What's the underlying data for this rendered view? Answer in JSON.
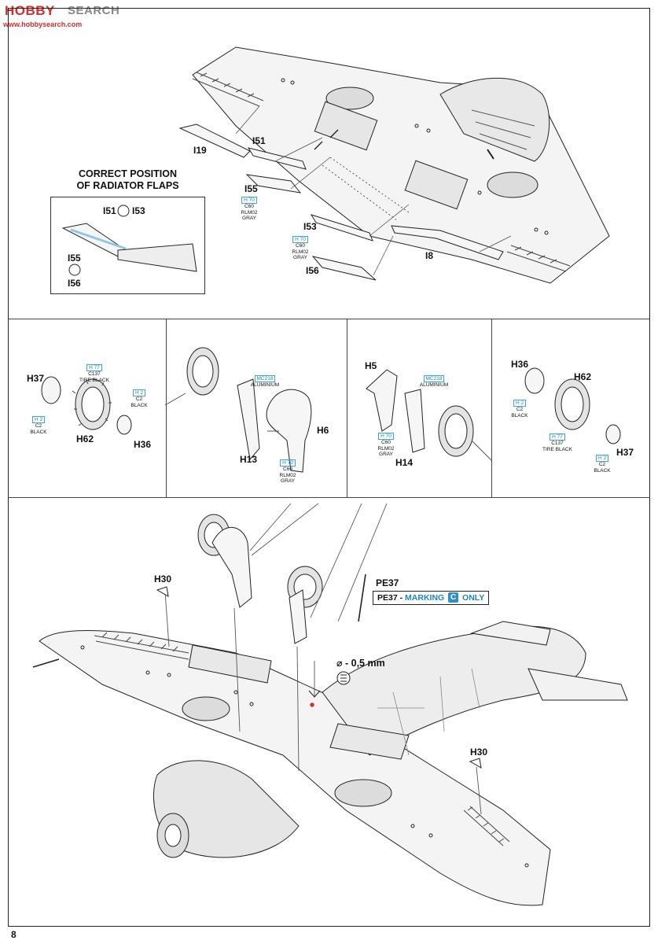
{
  "watermark": {
    "brand": "HOBBY",
    "brand2": "SEARCH",
    "url": "www.hobbysearch.com"
  },
  "page_number": "8",
  "top_section": {
    "radiator_title_line1": "CORRECT POSITION",
    "radiator_title_line2": "OF RADIATOR FLAPS",
    "labels": {
      "i19": "I19",
      "i51": "I51",
      "i55": "I55",
      "i53": "I53",
      "i56": "I56",
      "i8": "I8",
      "inset_i51": "I51",
      "inset_i53": "I53",
      "inset_i55": "I55",
      "inset_i56": "I56"
    },
    "paint_a": {
      "code": "H 70",
      "c": "C60",
      "name": "RLM02 GRAY"
    },
    "paint_b": {
      "code": "H 70",
      "c": "C60",
      "name": "RLM02 GRAY"
    }
  },
  "wheel_section": {
    "panel1": {
      "h37": "H37",
      "h62": "H62",
      "h36": "H36",
      "tire": {
        "code": "H 77",
        "c": "C137",
        "name": "TIRE BLACK"
      },
      "black1": {
        "code": "H 2",
        "c": "C2",
        "name": "BLACK"
      },
      "black2": {
        "code": "H 2",
        "c": "C2",
        "name": "BLACK"
      }
    },
    "panel2": {
      "h6": "H6",
      "h13": "H13",
      "alu": {
        "code": "MC218",
        "name": "ALUMINIUM"
      },
      "gray": {
        "code": "H 70",
        "c": "C60",
        "name": "RLM02 GRAY"
      }
    },
    "panel3": {
      "h5": "H5",
      "h14": "H14",
      "alu": {
        "code": "MC218",
        "name": "ALUMINIUM"
      },
      "gray": {
        "code": "H 70",
        "c": "C60",
        "name": "RLM02 GRAY"
      }
    },
    "panel4": {
      "h36": "H36",
      "h62": "H62",
      "h37": "H37",
      "tire": {
        "code": "H 77",
        "c": "C137",
        "name": "TIRE BLACK"
      },
      "black1": {
        "code": "H 2",
        "c": "C2",
        "name": "BLACK"
      },
      "black2": {
        "code": "H 2",
        "c": "C2",
        "name": "BLACK"
      }
    }
  },
  "bottom_section": {
    "h30_left": "H30",
    "h30_right": "H30",
    "pe37": "PE37",
    "marking_prefix": "PE37 -",
    "marking_word": "MARKING",
    "marking_badge": "C",
    "marking_suffix": "ONLY",
    "drill": "⌀ - 0,5 mm"
  },
  "colors": {
    "accent": "#1e87c0",
    "line": "#222222",
    "paper": "#ffffff"
  }
}
